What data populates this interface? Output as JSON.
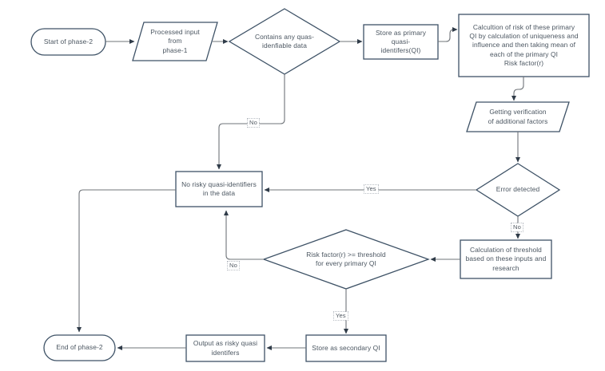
{
  "diagram": {
    "title": "Phase-2 quasi-identifier risk assessment flowchart",
    "colors": {
      "stroke": "#3e5266",
      "connector": "#6f7479",
      "text": "#4a5560",
      "fill": "#ffffff",
      "background": "#ffffff"
    },
    "nodes": [
      {
        "id": "start",
        "type": "terminator",
        "label": "Start of phase-2"
      },
      {
        "id": "processed_input",
        "type": "io",
        "label": "Processed input\nfrom\nphase-1"
      },
      {
        "id": "contains_quasi",
        "type": "decision",
        "label": "Contains any quas-\nidenfiable data"
      },
      {
        "id": "store_primary",
        "type": "process",
        "label": "Store as primary\nquasi-\nidentifers(QI)"
      },
      {
        "id": "calc_risk",
        "type": "process",
        "label": "Calcultion of risk of these primary\nQI by calculation of uniqueness and\ninfluence and then taking mean of\neach of the primary QI\nRisk factor(r)"
      },
      {
        "id": "verification",
        "type": "io",
        "label": "Getting verification\nof additional factors"
      },
      {
        "id": "error_detected",
        "type": "decision",
        "label": "Error detected"
      },
      {
        "id": "no_risky",
        "type": "process",
        "label": "No risky quasi-identifiers\nin the data"
      },
      {
        "id": "calc_threshold",
        "type": "process",
        "label": "Calculation of threshold\nbased on these inputs and\nresearch"
      },
      {
        "id": "risk_threshold",
        "type": "decision",
        "label": "Risk factor(r) >= threshold\nfor every primary QI"
      },
      {
        "id": "store_secondary",
        "type": "process",
        "label": "Store as secondary QI"
      },
      {
        "id": "output_risky",
        "type": "process",
        "label": "Output as risky quasi\nidentifers"
      },
      {
        "id": "end",
        "type": "terminator",
        "label": "End of phase-2"
      }
    ],
    "edge_labels": {
      "contains_no": "No",
      "error_yes": "Yes",
      "error_no": "No",
      "threshold_no": "No",
      "threshold_yes": "Yes"
    }
  }
}
